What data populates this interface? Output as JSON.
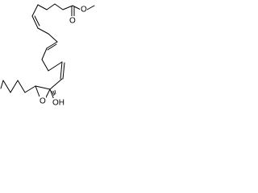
{
  "molecule": {
    "atoms": {
      "ester_oxygen": "O",
      "carbonyl_oxygen": "O",
      "epoxide_oxygen": "O",
      "hydroxyl": "OH"
    }
  },
  "colors": {
    "ink": "#000000",
    "background": "#ffffff"
  }
}
